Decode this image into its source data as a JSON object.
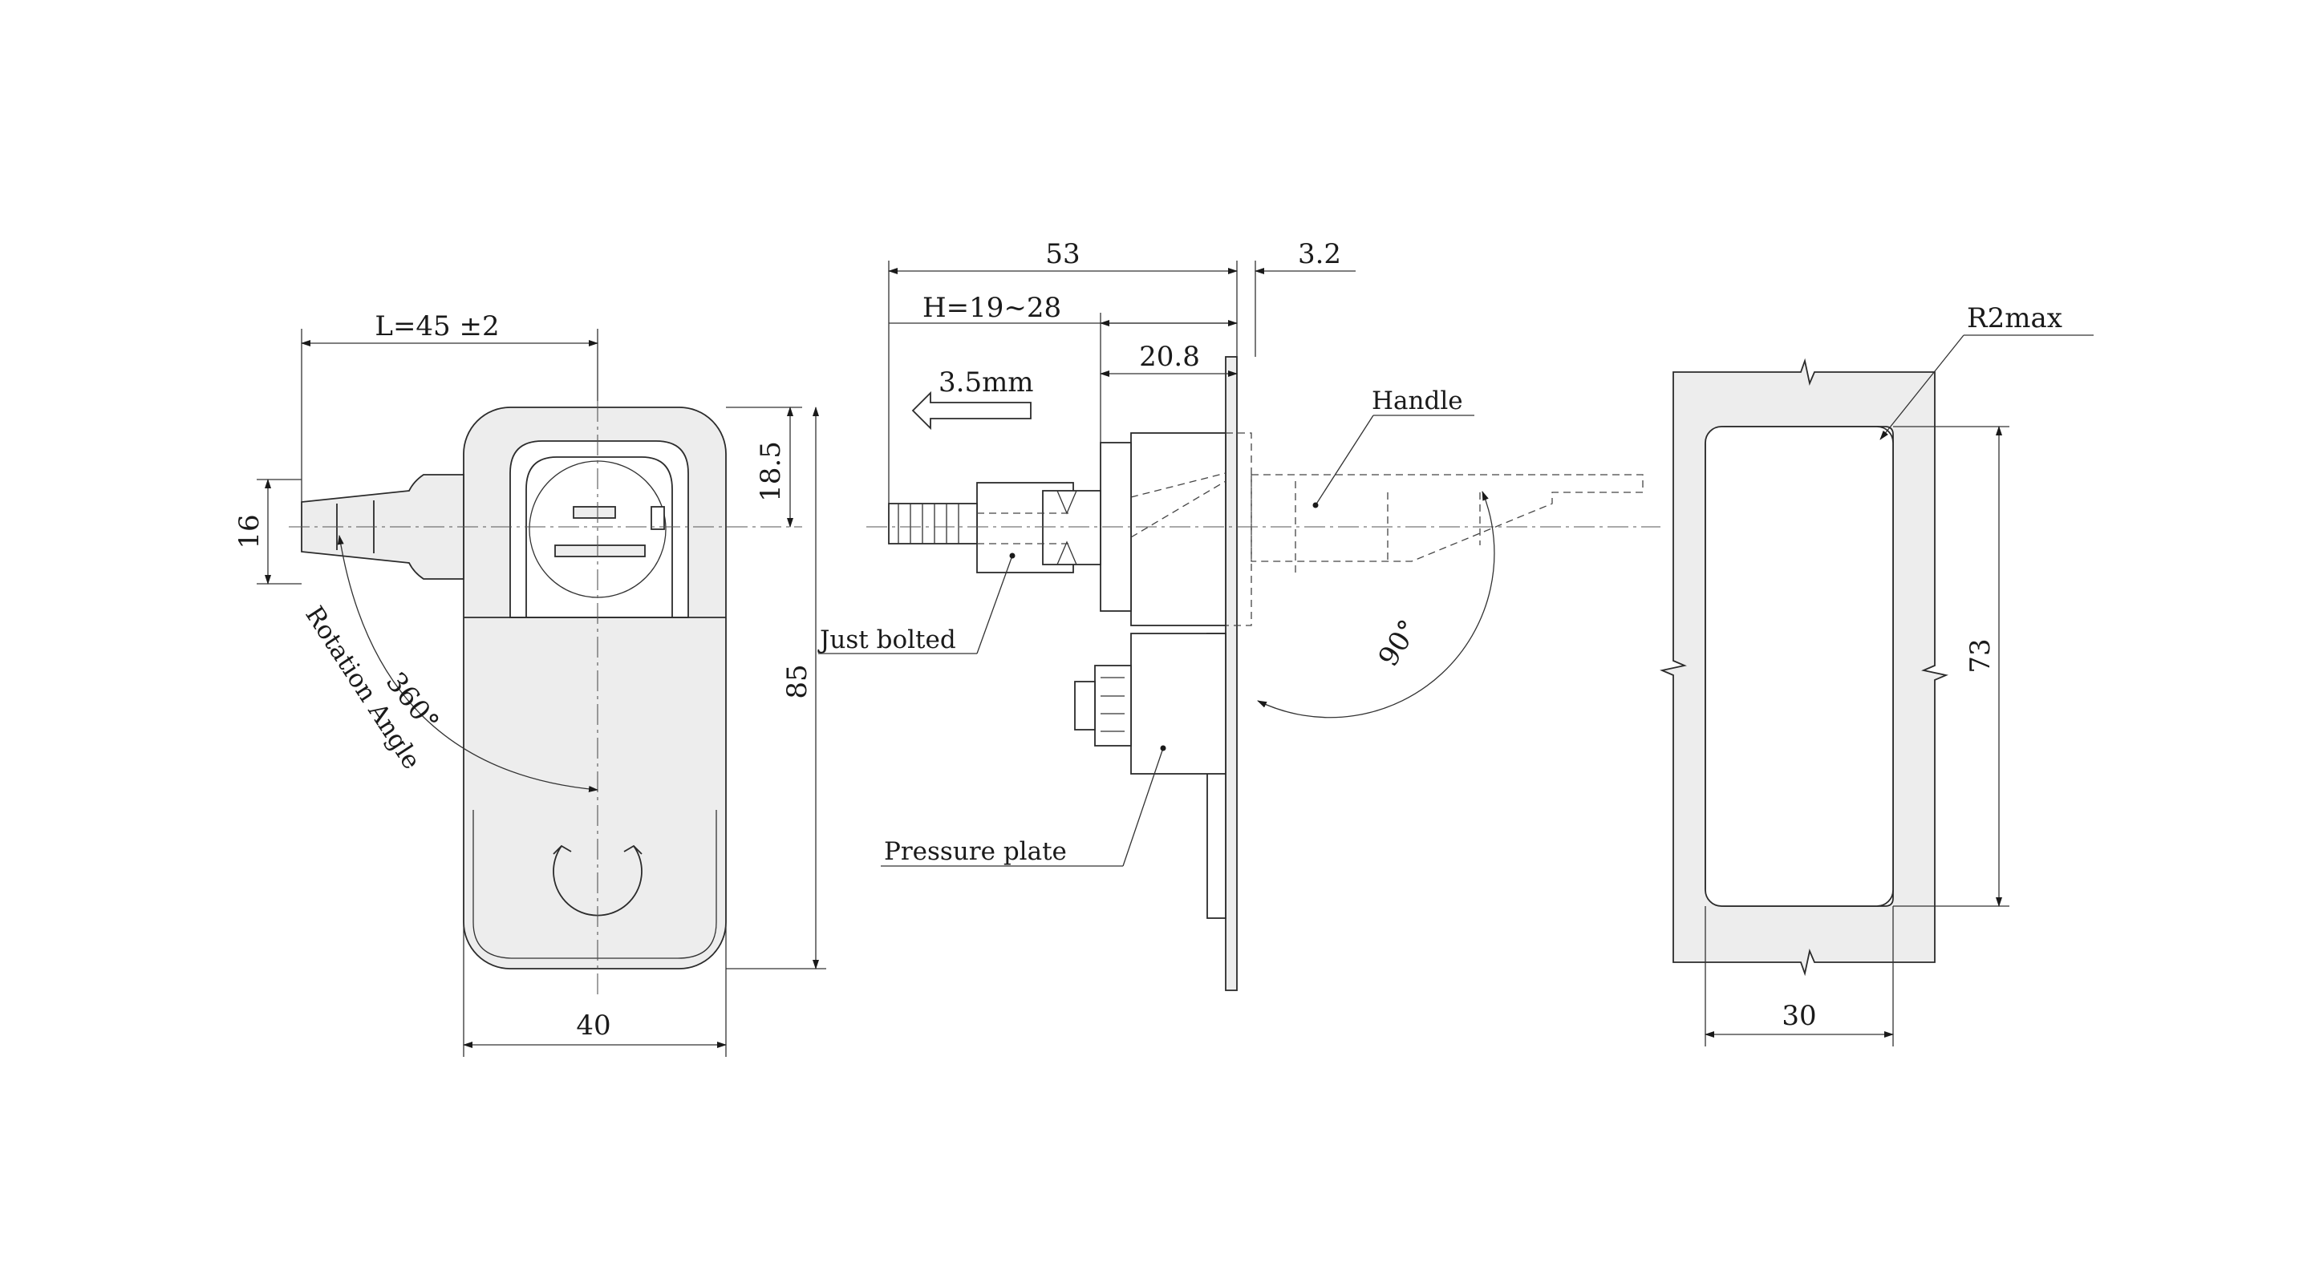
{
  "front_view": {
    "dim_length": "L=45 ±2",
    "dim_16": "16",
    "dim_18_5": "18.5",
    "dim_85": "85",
    "dim_40": "40",
    "rotation_value": "360°",
    "rotation_label": "Rotation Angle"
  },
  "side_view": {
    "dim_53": "53",
    "dim_3_2": "3.2",
    "dim_h": "H=19~28",
    "dim_20_8": "20.8",
    "push_distance": "3.5mm",
    "angle": "90°",
    "label_handle": "Handle",
    "label_just_bolted": "Just bolted",
    "label_pressure_plate": "Pressure plate"
  },
  "cutout_view": {
    "radius": "R2max",
    "dim_73": "73",
    "dim_30": "30"
  },
  "colors": {
    "line": "#2b2b2b",
    "fill": "#ededed",
    "background": "#ffffff"
  }
}
